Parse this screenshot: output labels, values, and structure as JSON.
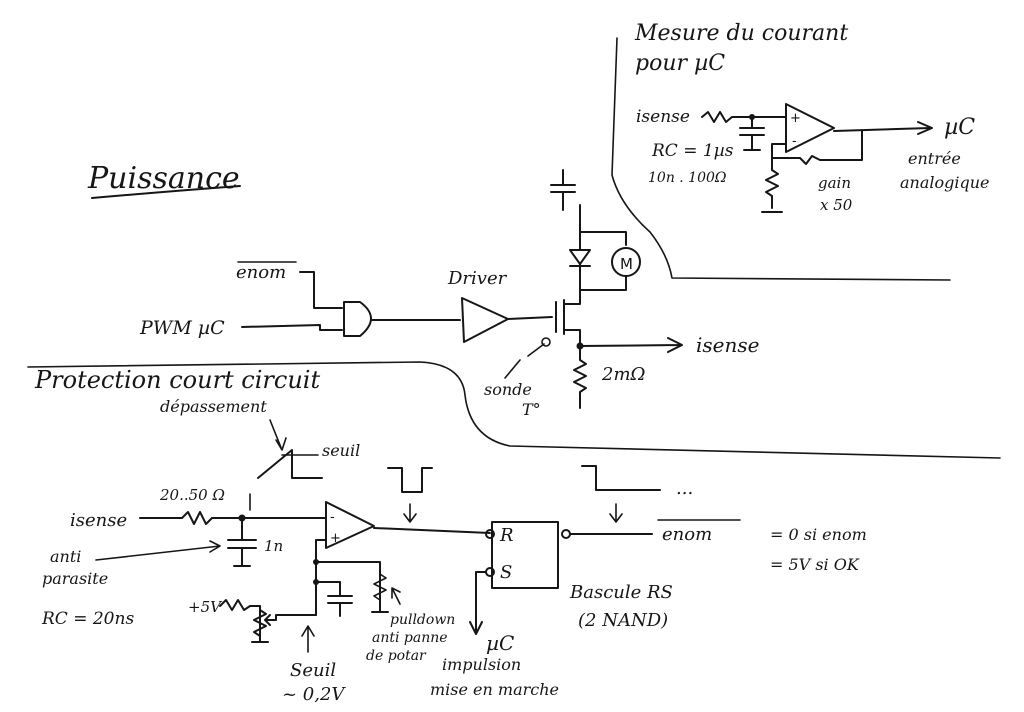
{
  "sections": {
    "puissance": "Puissance",
    "mesure_line1": "Mesure du courant",
    "mesure_line2": "pour µC",
    "protection": "Protection court circuit"
  },
  "puissance": {
    "enom_label": "enom",
    "pwm_label": "PWM µC",
    "driver_label": "Driver",
    "motor_label": "M",
    "isense_out": "isense",
    "shunt_label": "2mΩ",
    "sonde_line1": "sonde",
    "sonde_line2": "T°"
  },
  "mesure": {
    "isense_in": "isense",
    "rc_label": "RC = 1µs",
    "rc_values": "10n . 100Ω",
    "gain_line1": "gain",
    "gain_line2": "x 50",
    "uc_out": "µC",
    "entree_line1": "entrée",
    "entree_line2": "analogique"
  },
  "protection": {
    "depassement": "dépassement",
    "seuil_wave": "seuil",
    "r_value": "20..50 Ω",
    "isense_in": "isense",
    "cap_value": "1n",
    "anti_line1": "anti",
    "anti_line2": "parasite",
    "rc_label": "RC = 20ns",
    "supply": "+5V",
    "seuil_line1": "Seuil",
    "seuil_line2": "~ 0,2V",
    "pulldown_line1": "pulldown",
    "pulldown_line2": "anti panne",
    "pulldown_line3": "de potar",
    "uc_label": "µC",
    "impulsion_line1": "impulsion",
    "impulsion_line2": "mise en marche",
    "r_pin": "R",
    "s_pin": "S",
    "bascule_line1": "Bascule RS",
    "bascule_line2": "(2 NAND)",
    "enom_out": "enom",
    "note_line1": "= 0 si enom",
    "note_line2": "= 5V si OK",
    "dots": "..."
  }
}
